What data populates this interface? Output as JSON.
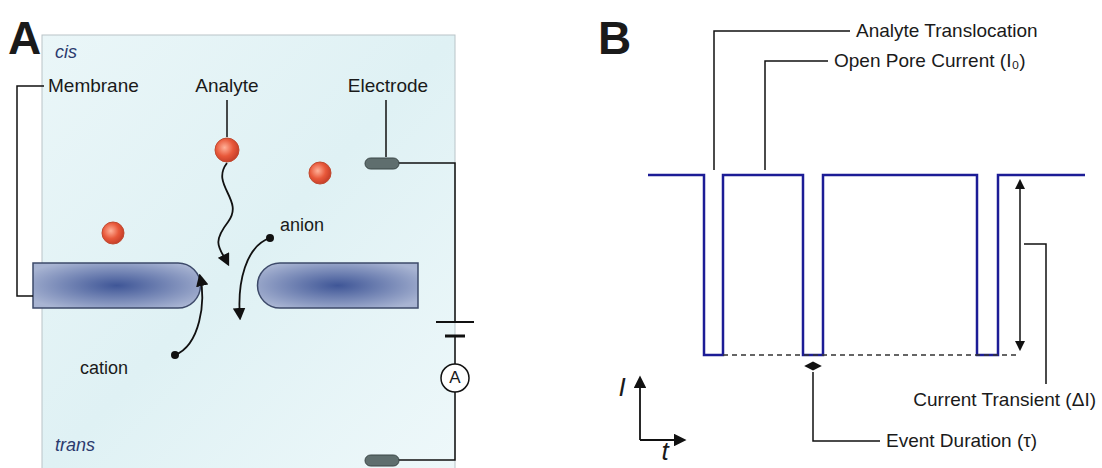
{
  "diagram": {
    "labels": [
      "A",
      "B",
      "Membrane",
      "Analyte",
      "Electrode",
      "cis",
      "anion",
      "cation",
      "trans",
      "A",
      "Analyte Translocation",
      "Open Pore Current (I₀)",
      "Current Transient (ΔI)",
      "Event Duration (τ)",
      "I",
      "t"
    ]
  }
}
